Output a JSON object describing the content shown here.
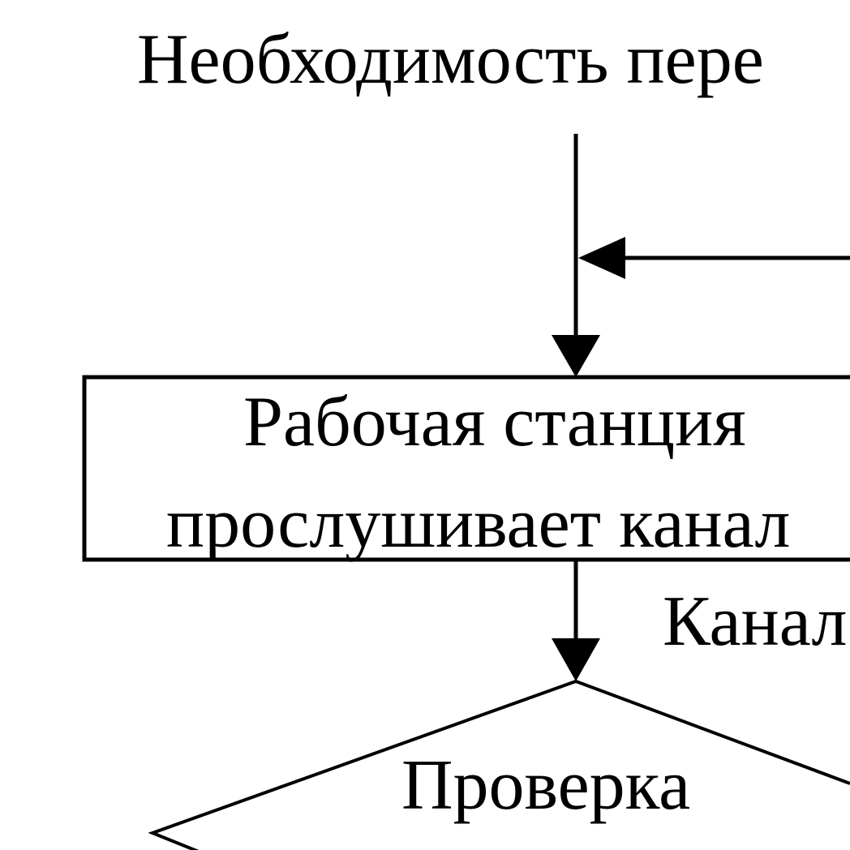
{
  "flowchart": {
    "start_text": "Необходимость пере",
    "process_box": {
      "line1": "Рабочая станция",
      "line2": "прослушивает канал"
    },
    "branch_label": "Канал",
    "decision": {
      "text": "Проверка"
    }
  },
  "colors": {
    "stroke": "#000000",
    "background": "#ffffff"
  }
}
